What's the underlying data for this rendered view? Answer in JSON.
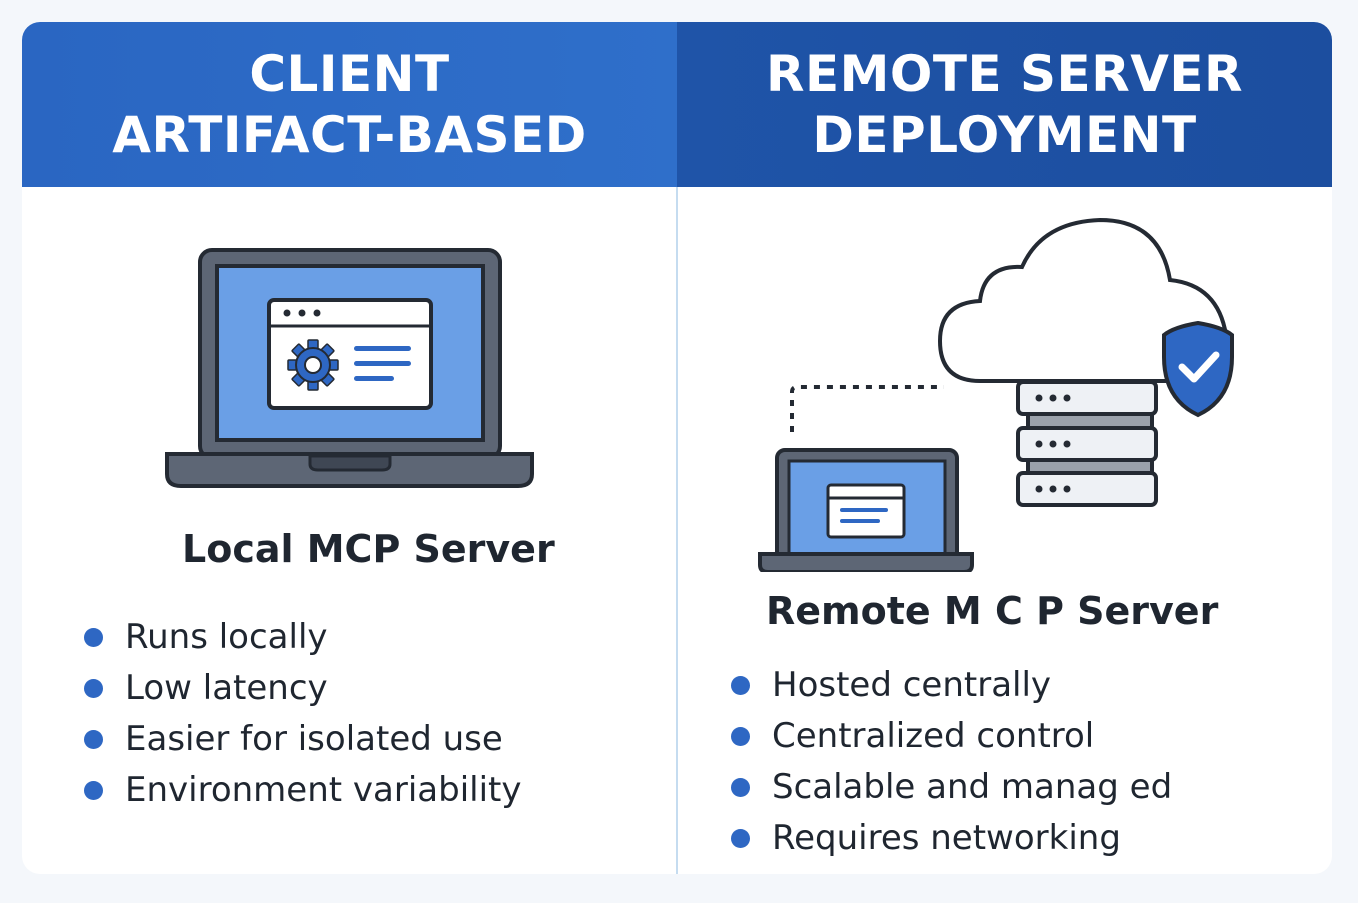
{
  "colors": {
    "header_left": "#2f6fca",
    "header_right": "#1f54a8",
    "screen_blue": "#6a9fe6",
    "device_gray": "#5d6675",
    "outline": "#242a33",
    "accent": "#2e67c3"
  },
  "left": {
    "header_line1": "CLIENT",
    "header_line2": "ARTIFACT-BASED",
    "illustration_icons": [
      "laptop-icon",
      "browser-window-icon",
      "gear-icon"
    ],
    "subtitle": "Local MCP Server",
    "bullets": [
      "Runs locally",
      "Low latency",
      "Easier for isolated use",
      "Environment variability"
    ]
  },
  "right": {
    "header_line1": "REMOTE SERVER",
    "header_line2": "DEPLOYMENT",
    "illustration_icons": [
      "cloud-icon",
      "shield-check-icon",
      "server-rack-icon",
      "laptop-icon"
    ],
    "subtitle": "Remote M C P Server",
    "bullets": [
      "Hosted centrally",
      "Centralized control",
      "Scalable and manag ed",
      "Requires networking"
    ]
  }
}
